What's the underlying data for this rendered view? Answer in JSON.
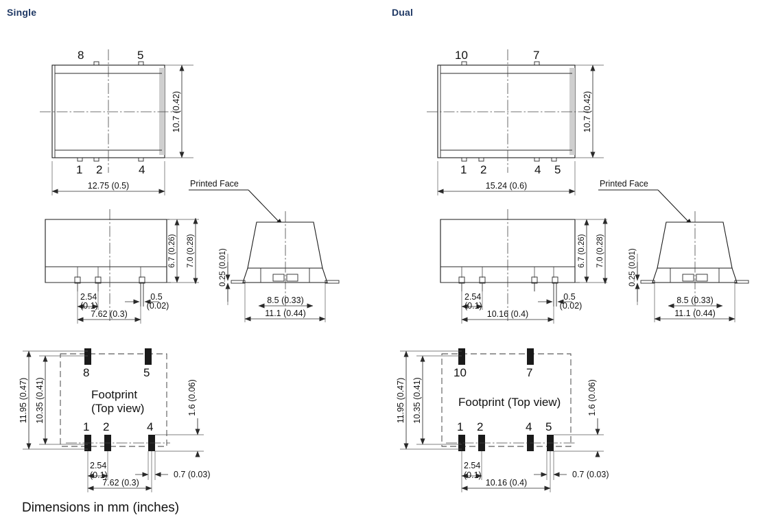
{
  "headings": {
    "single": "Single",
    "dual": "Dual"
  },
  "footnote": "Dimensions in mm (inches)",
  "labels": {
    "printed_face": "Printed Face",
    "footprint_single_line1": "Footprint",
    "footprint_single_line2": "(Top view)",
    "footprint_dual": "Footprint (Top view)"
  },
  "single": {
    "front_view": {
      "pins_top": [
        "8",
        "5"
      ],
      "pins_bottom": [
        "1",
        "2",
        "4"
      ],
      "width_dim": "12.75 (0.5)",
      "height_dim": "10.7 (0.42)"
    },
    "side_view": {
      "height_inner": "6.7 (0.26)",
      "height_outer": "7.0 (0.28)",
      "pin_pitch": "2.54\n(0.1)",
      "pin_pitch_l1": "2.54",
      "pin_pitch_l2": "(0.1)",
      "pin_width_l1": "0.5",
      "pin_width_l2": "(0.02)",
      "span": "7.62 (0.3)"
    },
    "end_view": {
      "lead_thickness": "0.25 (0.01)",
      "inner_width": "8.5 (0.33)",
      "outer_width": "11.1 (0.44)"
    },
    "footprint": {
      "pins_top": [
        "8",
        "5"
      ],
      "pins_bottom": [
        "1",
        "2",
        "4"
      ],
      "height_outer": "11.95 (0.47)",
      "height_inner": "10.35 (0.41)",
      "edge_dim": "1.6 (0.06)",
      "pitch_l1": "2.54",
      "pitch_l2": "(0.1)",
      "span": "7.62 (0.3)",
      "pad_width": "0.7 (0.03)"
    }
  },
  "dual": {
    "front_view": {
      "pins_top": [
        "10",
        "7"
      ],
      "pins_bottom": [
        "1",
        "2",
        "4",
        "5"
      ],
      "width_dim": "15.24 (0.6)",
      "height_dim": "10.7 (0.42)"
    },
    "side_view": {
      "height_inner": "6.7 (0.26)",
      "height_outer": "7.0 (0.28)",
      "pin_pitch_l1": "2.54",
      "pin_pitch_l2": "(0.1)",
      "pin_width_l1": "0.5",
      "pin_width_l2": "(0.02)",
      "span": "10.16 (0.4)"
    },
    "end_view": {
      "lead_thickness": "0.25 (0.01)",
      "inner_width": "8.5 (0.33)",
      "outer_width": "11.1 (0.44)"
    },
    "footprint": {
      "pins_top": [
        "10",
        "7"
      ],
      "pins_bottom": [
        "1",
        "2",
        "4",
        "5"
      ],
      "height_outer": "11.95 (0.47)",
      "height_inner": "10.35 (0.41)",
      "edge_dim": "1.6 (0.06)",
      "pitch_l1": "2.54",
      "pitch_l2": "(0.1)",
      "span": "10.16 (0.4)",
      "pad_width": "0.7 (0.03)"
    }
  },
  "colors": {
    "heading": "#1F3864",
    "line": "#1a1a1a",
    "shade": "#cfcfcf"
  }
}
